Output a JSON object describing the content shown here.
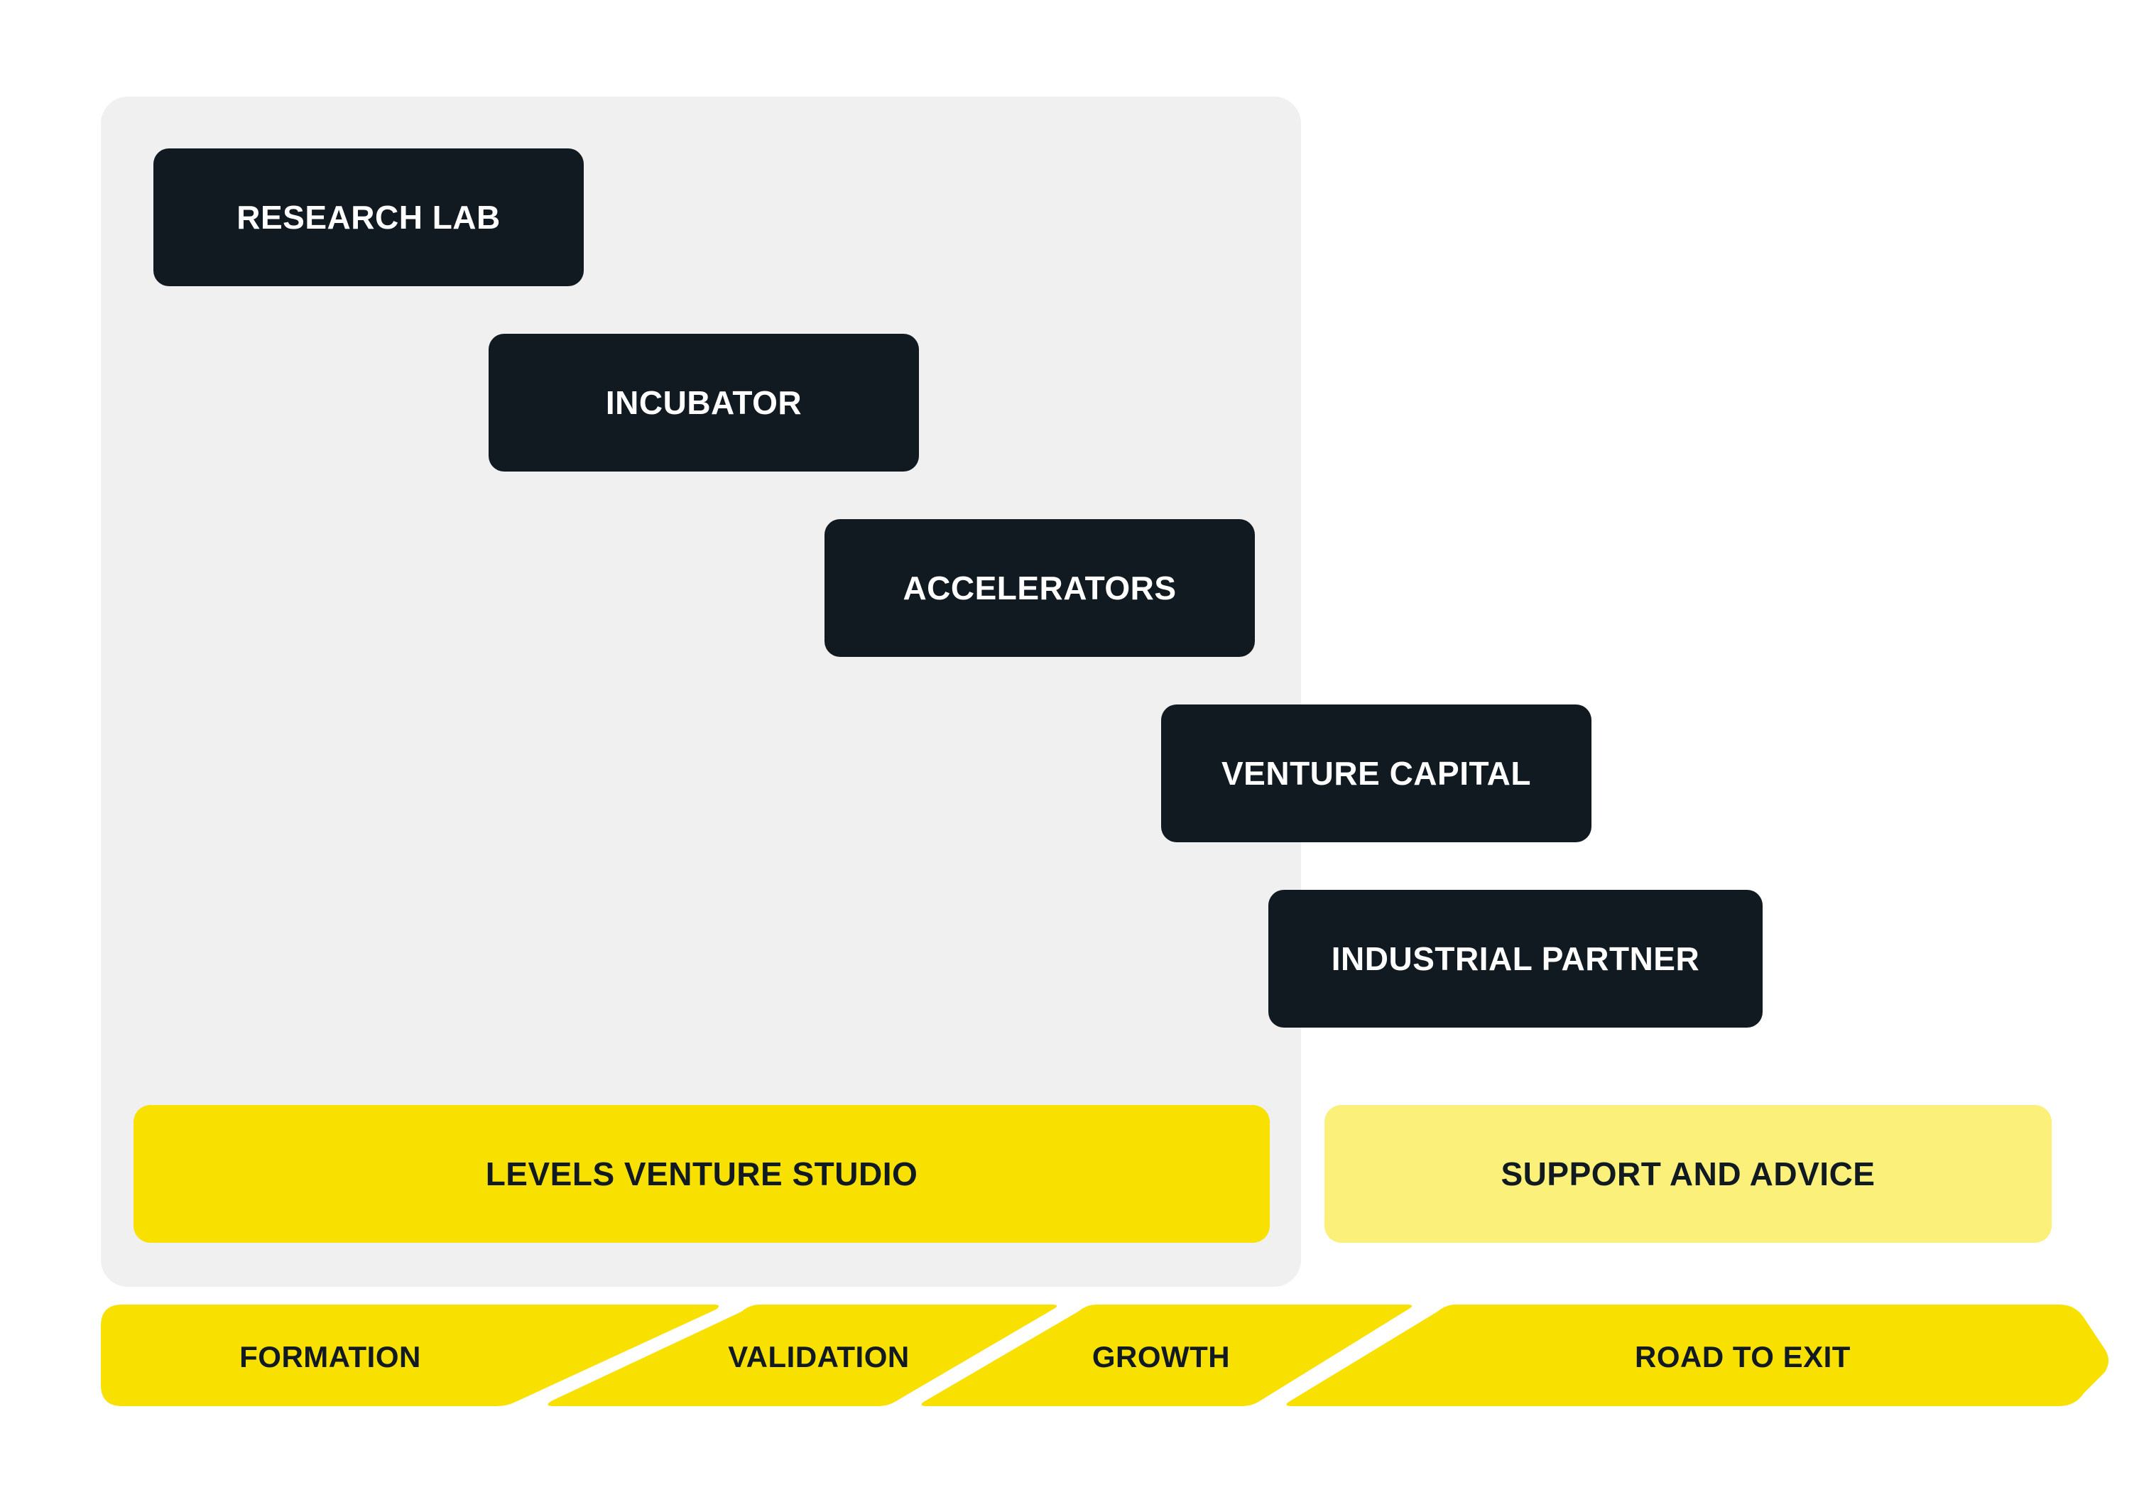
{
  "colors": {
    "background": "#ffffff",
    "panel": "#f0f0f0",
    "box": "#121a21",
    "box_text": "#ffffff",
    "yellow": "#f8e000",
    "light_yellow": "#faf07a",
    "dark_text": "#121a21"
  },
  "organizations": [
    {
      "label": "RESEARCH LAB"
    },
    {
      "label": "INCUBATOR"
    },
    {
      "label": "ACCELERATORS"
    },
    {
      "label": "VENTURE CAPITAL"
    },
    {
      "label": "INDUSTRIAL PARTNER"
    }
  ],
  "bars": {
    "studio": "LEVELS VENTURE STUDIO",
    "support": "SUPPORT AND ADVICE"
  },
  "stages": [
    {
      "label": "FORMATION"
    },
    {
      "label": "VALIDATION"
    },
    {
      "label": "GROWTH"
    },
    {
      "label": "ROAD TO EXIT"
    }
  ]
}
